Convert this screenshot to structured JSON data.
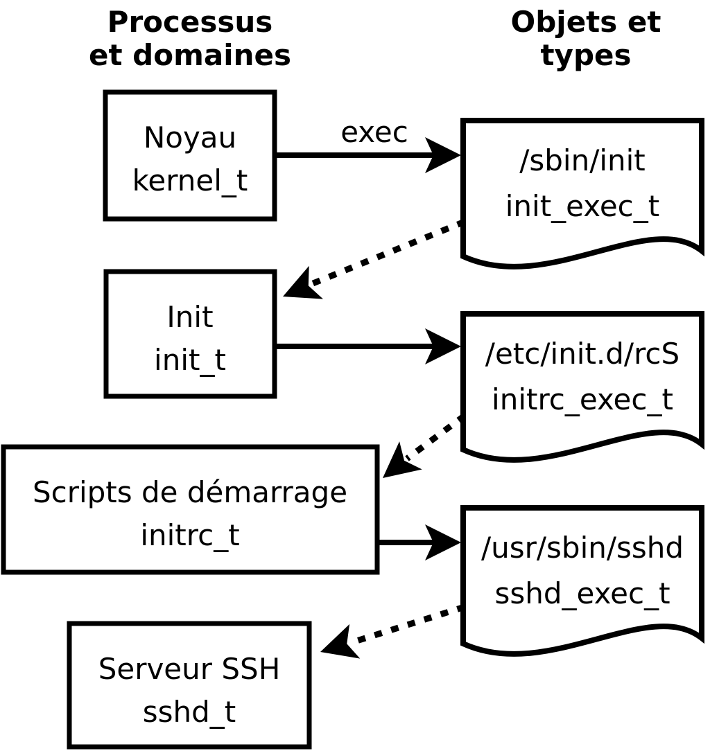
{
  "headers": {
    "left": [
      "Processus",
      "et domaines"
    ],
    "right": [
      "Objets et",
      "types"
    ]
  },
  "process_boxes": [
    {
      "label": "Noyau",
      "type": "kernel_t"
    },
    {
      "label": "Init",
      "type": "init_t"
    },
    {
      "label": "Scripts de démarrage",
      "type": "initrc_t"
    },
    {
      "label": "Serveur SSH",
      "type": "sshd_t"
    }
  ],
  "object_boxes": [
    {
      "path": "/sbin/init",
      "type": "init_exec_t"
    },
    {
      "path": "/etc/init.d/rcS",
      "type": "initrc_exec_t"
    },
    {
      "path": "/usr/sbin/sshd",
      "type": "sshd_exec_t"
    }
  ],
  "edge_labels": {
    "exec": "exec"
  },
  "colors": {
    "stroke": "#000000",
    "background": "#ffffff"
  }
}
